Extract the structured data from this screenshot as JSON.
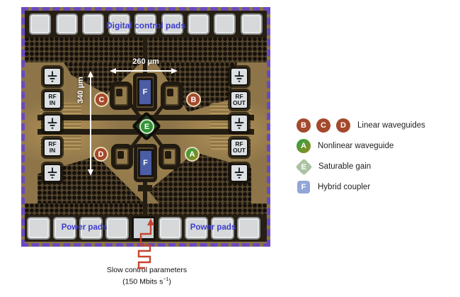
{
  "figure": {
    "chip": {
      "digital_pads_label": "Digital control pads",
      "power_pads_left_label": "Power pads",
      "power_pads_right_label": "Power pads",
      "width_dimension": "260 µm",
      "height_dimension": "340 µm",
      "rf": "RF",
      "in": "IN",
      "out": "OUT",
      "markers": {
        "A": "A",
        "B": "B",
        "C": "C",
        "D": "D",
        "E": "E",
        "F": "F"
      }
    },
    "legend": {
      "rows": [
        {
          "badges": [
            "B",
            "C",
            "D"
          ],
          "label": "Linear waveguides"
        },
        {
          "badges": [
            "A"
          ],
          "label": "Nonlinear waveguide"
        },
        {
          "badges": [
            "E"
          ],
          "label": "Saturable gain"
        },
        {
          "badges": [
            "F"
          ],
          "label": "Hybrid coupler"
        }
      ]
    },
    "caption": {
      "line1": "Slow control parameters",
      "line2_prefix": "(150 Mbits s",
      "line2_superscript": "−1",
      "line2_suffix": ")"
    },
    "colors": {
      "border_purple": "#6a4ac0",
      "pad_label_blue": "#3c3ccd",
      "linear_waveguide_red": "#a4492c",
      "nonlinear_green": "#3f9e3c",
      "saturable_gain_green": "#abc3a2",
      "hybrid_coupler_blue": "#92a6d8",
      "signal_red": "#c7452e"
    }
  }
}
